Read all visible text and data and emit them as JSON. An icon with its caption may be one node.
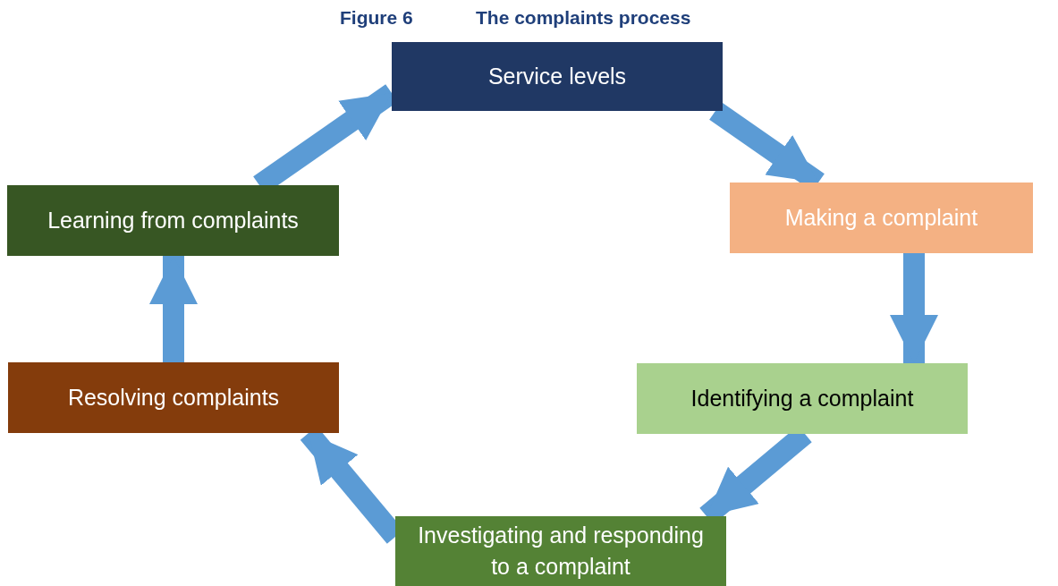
{
  "diagram": {
    "title": "The complaints process",
    "labels": [
      "Figure 6"
    ],
    "nodes": [
      {
        "text": [
          "Service levels"
        ]
      },
      {
        "text": [
          "Making a complaint"
        ]
      },
      {
        "text": [
          "Identifying a complaint"
        ]
      },
      {
        "text": [
          "Investigating and responding to a complaint"
        ]
      },
      {
        "text": [
          "Resolving complaints"
        ]
      },
      {
        "text": [
          "Learning from complaints"
        ]
      }
    ],
    "edges": [
      {
        "from": 0,
        "to": 1,
        "arrow": "to"
      },
      {
        "from": 1,
        "to": 2,
        "arrow": "to"
      },
      {
        "from": 2,
        "to": 3,
        "arrow": "to"
      },
      {
        "from": 3,
        "to": 4,
        "arrow": "to"
      },
      {
        "from": 4,
        "to": 5,
        "arrow": "to"
      },
      {
        "from": 5,
        "to": 0,
        "arrow": "to"
      }
    ]
  }
}
